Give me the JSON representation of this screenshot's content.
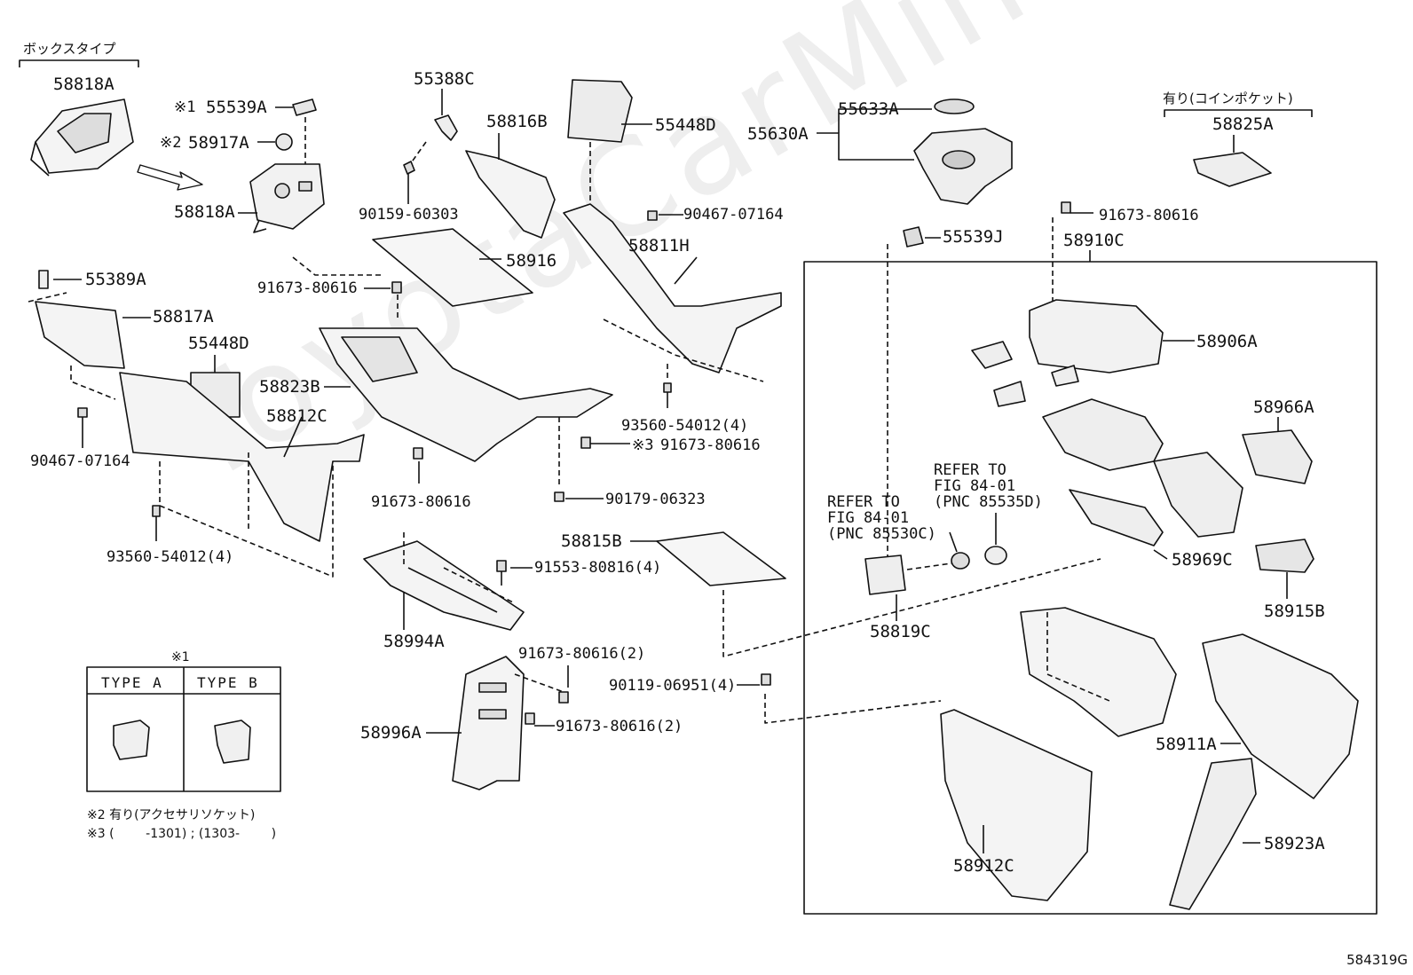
{
  "watermark": "ToyotaCarMine.ru",
  "figure_code": "584319G",
  "labels": {
    "box_type": "ボックスタイプ",
    "p58818A_top": "58818A",
    "n1_55539A": "55539A",
    "n1_mark": "※1",
    "n2_58917A": "58917A",
    "n2_mark": "※2",
    "p58818A": "58818A",
    "p55388C": "55388C",
    "p58816B": "58816B",
    "p90159": "90159-60303",
    "p55448D_top": "55448D",
    "p90467_top": "90467-07164",
    "p58811H": "58811H",
    "p58916": "58916",
    "p91673_a": "91673-80616",
    "p55389A": "55389A",
    "p58817A": "58817A",
    "p55448D_left": "55448D",
    "p58823B": "58823B",
    "p58812C": "58812C",
    "p90467_left": "90467-07164",
    "p93560_a": "93560-54012(4)",
    "p93560_b": "93560-54012(4)",
    "n3_mark": "※3",
    "p91673_b": "91673-80616",
    "p91673_c": "91673-80616",
    "p90179": "90179-06323",
    "p58815B": "58815B",
    "p91553": "91553-80816(4)",
    "p58994A": "58994A",
    "p91673_d": "91673-80616(2)",
    "p90119": "90119-06951(4)",
    "p58996A": "58996A",
    "p91673_e": "91673-80616(2)",
    "p55630A": "55630A",
    "p55633A": "55633A",
    "coin_pocket": "有り(コインポケット)",
    "p58825A": "58825A",
    "p55539J": "55539J",
    "p91673_f": "91673-80616",
    "p58910C": "58910C",
    "p58906A": "58906A",
    "p58966A": "58966A",
    "ref1_l1": "REFER TO",
    "ref1_l2": "FIG 84-01",
    "ref1_l3": "(PNC 85535D)",
    "ref2_l1": "REFER TO",
    "ref2_l2": "FIG 84-01",
    "ref2_l3": "(PNC 85530C)",
    "p58969C": "58969C",
    "p58915B": "58915B",
    "p58819C": "58819C",
    "p58911A": "58911A",
    "p58923A": "58923A",
    "p58912C": "58912C"
  },
  "type_table": {
    "mark": "※1",
    "type_a": "TYPE  A",
    "type_b": "TYPE  B"
  },
  "notes": {
    "note2": "※2 有り(アクセサリソケット)",
    "note3": "※3 (        -1301) ; (1303-        )"
  }
}
